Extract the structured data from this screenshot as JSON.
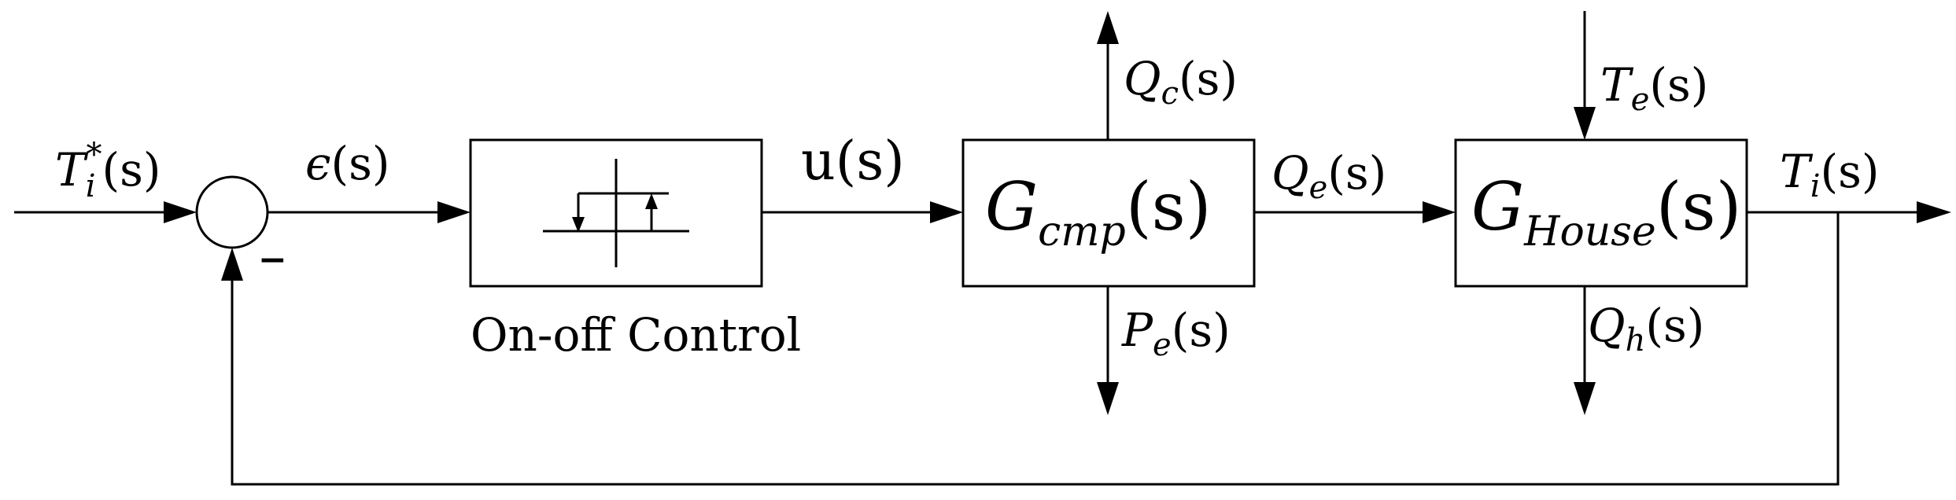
{
  "labels": {
    "reference": {
      "base": "T",
      "sub": "i",
      "sup": "*",
      "arg": "(s)"
    },
    "error": {
      "base": "ϵ",
      "arg": "(s)"
    },
    "control_signal": "u(s)",
    "feedback_sign": "−",
    "controller_caption": "On-off Control",
    "compressor": {
      "base": "G",
      "sub": "cmp",
      "arg": "(s)"
    },
    "compressor_output": {
      "base": "Q",
      "sub": "c",
      "arg": "(s)"
    },
    "compressor_power": {
      "base": "P",
      "sub": "e",
      "arg": "(s)"
    },
    "heat_flow": {
      "base": "Q",
      "sub": "e",
      "arg": "(s)"
    },
    "house": {
      "base": "G",
      "sub": "House",
      "arg": "(s)"
    },
    "external_temp": {
      "base": "T",
      "sub": "e",
      "arg": "(s)"
    },
    "heat_loss": {
      "base": "Q",
      "sub": "h",
      "arg": "(s)"
    },
    "output": {
      "base": "T",
      "sub": "i",
      "arg": "(s)"
    }
  }
}
